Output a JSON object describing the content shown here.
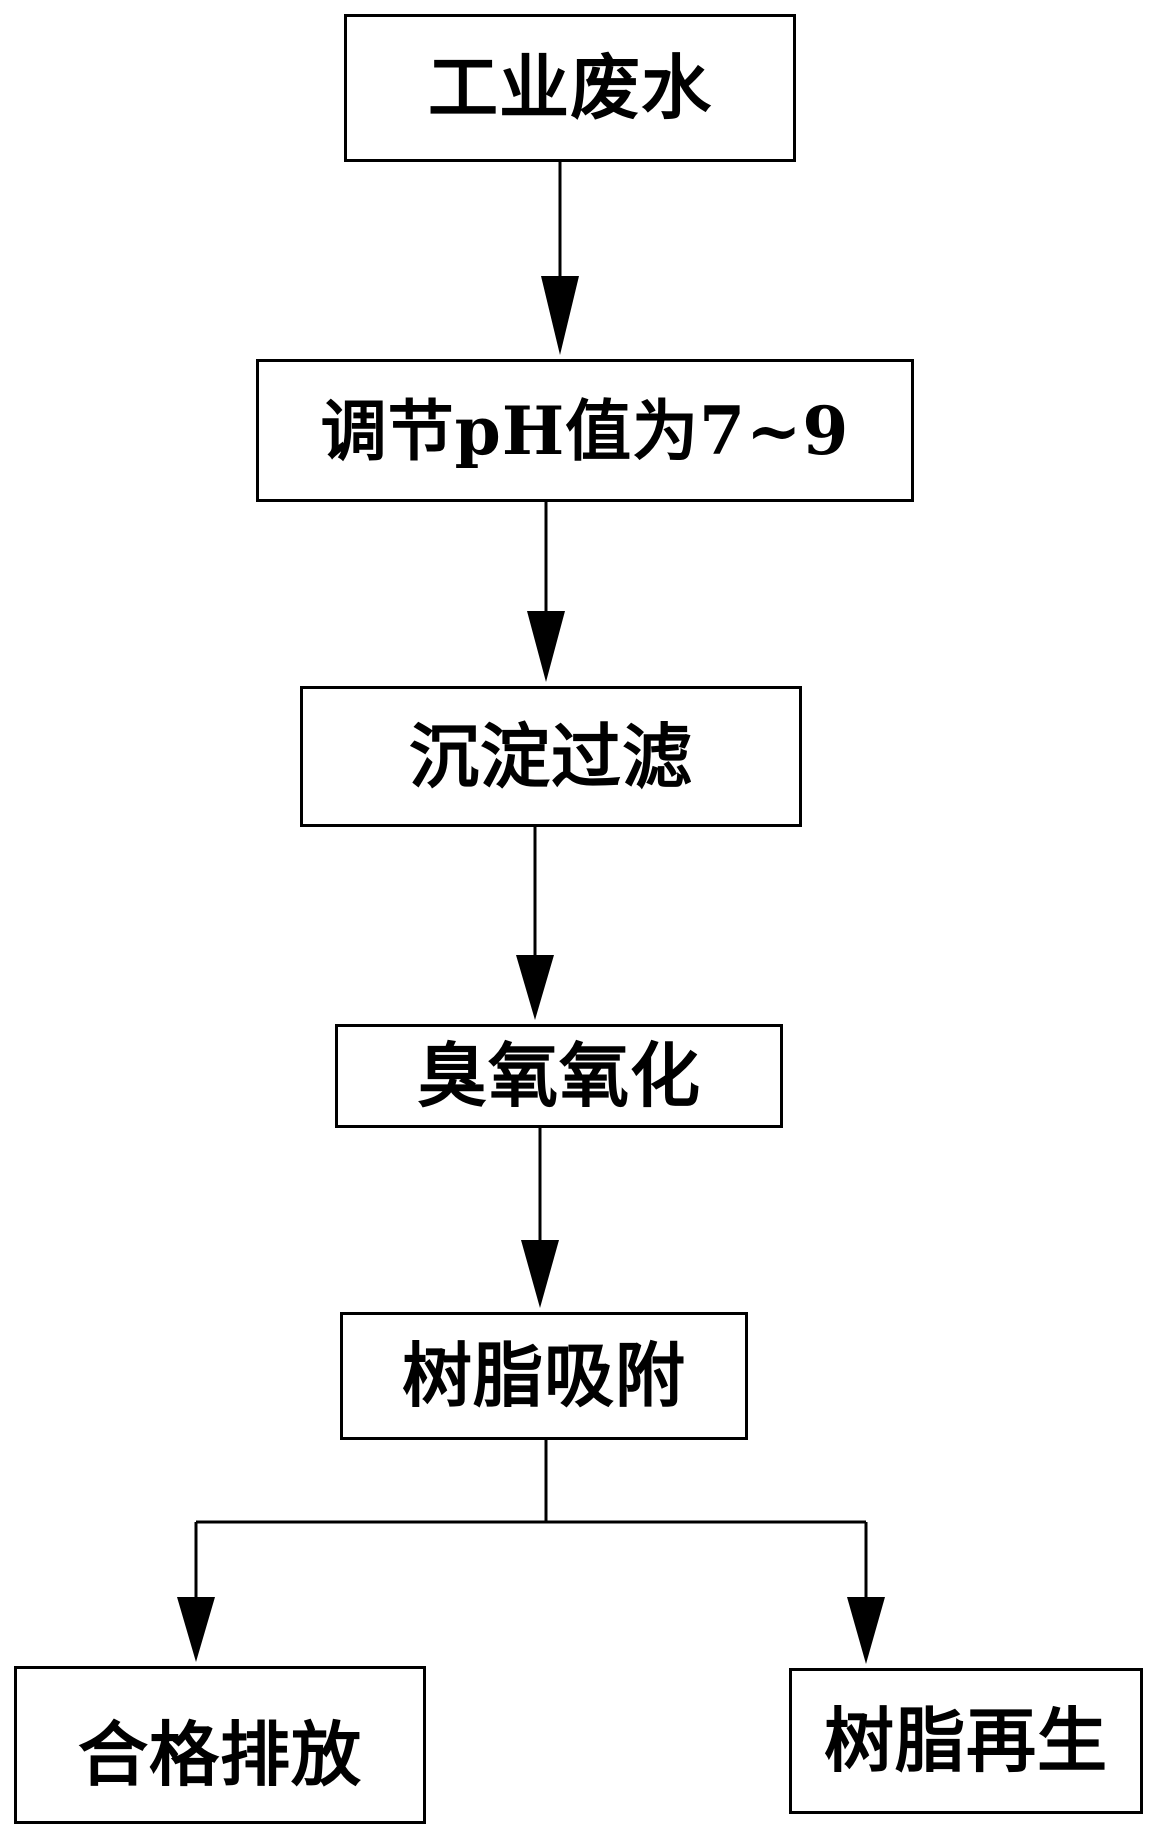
{
  "diagram": {
    "nodes": [
      {
        "id": "n1",
        "label": "工业废水"
      },
      {
        "id": "n2",
        "label": "调节pH值为7~9"
      },
      {
        "id": "n3",
        "label": "沉淀过滤"
      },
      {
        "id": "n4",
        "label": "臭氧氧化"
      },
      {
        "id": "n5",
        "label": "树脂吸附"
      },
      {
        "id": "n6",
        "label": "合格排放"
      },
      {
        "id": "n7",
        "label": "树脂再生"
      }
    ],
    "edges": [
      {
        "from": "n1",
        "to": "n2"
      },
      {
        "from": "n2",
        "to": "n3"
      },
      {
        "from": "n3",
        "to": "n4"
      },
      {
        "from": "n4",
        "to": "n5"
      },
      {
        "from": "n5",
        "to": "n6"
      },
      {
        "from": "n5",
        "to": "n7"
      }
    ],
    "colors": {
      "stroke": "#000000",
      "background": "#ffffff"
    }
  }
}
